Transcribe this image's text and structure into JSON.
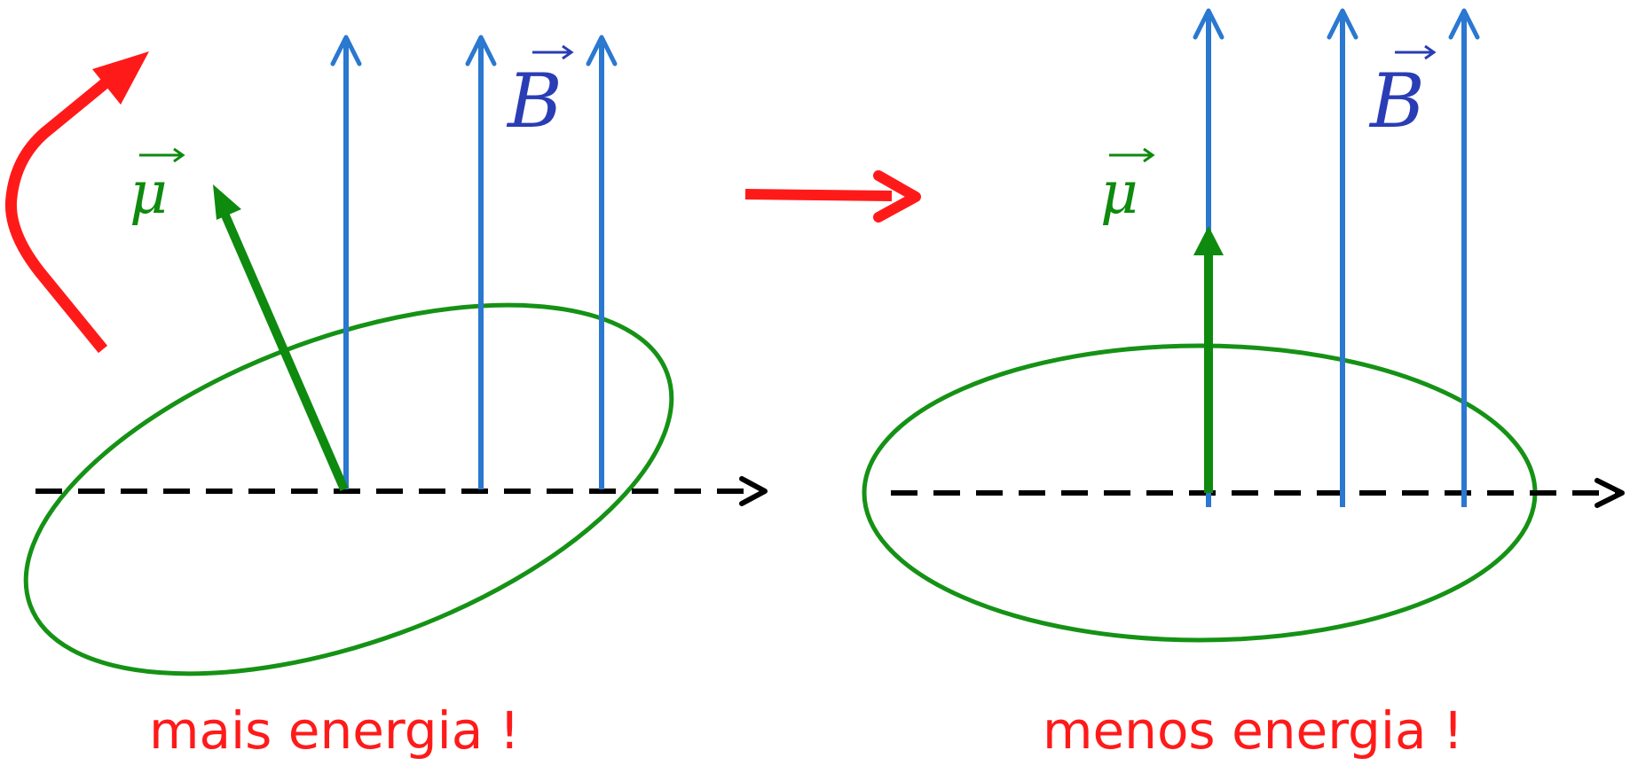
{
  "colors": {
    "field": "#2a78d0",
    "field_label": "#2a3db5",
    "moment": "#0e8a0e",
    "loop": "#159215",
    "arrow_red": "#ff1a1a",
    "axis": "#000000",
    "caption": "#ff1a1a"
  },
  "left_panel": {
    "caption": "mais energia !",
    "mu_label": "μ",
    "b_label": "B"
  },
  "right_panel": {
    "caption": "menos energia !",
    "mu_label": "μ",
    "b_label": "B"
  },
  "icons": {
    "rotation": "curved-rotation-arrow-icon",
    "transition": "right-arrow-icon",
    "vector": "vector-arrow-accent-icon"
  }
}
